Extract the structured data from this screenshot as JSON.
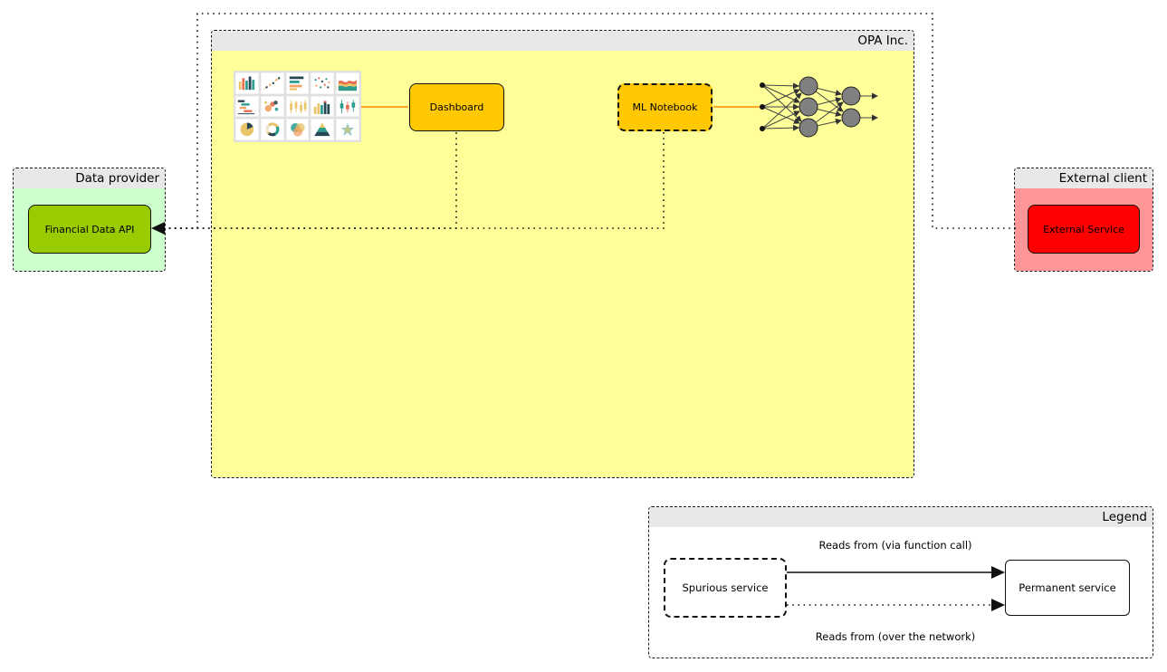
{
  "groups": {
    "data_provider": {
      "title": "Data provider",
      "node_label": "Financial Data API",
      "body_color": "#ccffcc",
      "node_color": "#99cc00"
    },
    "opa": {
      "title": "OPA Inc.",
      "body_color": "#ffff99",
      "dashboard_label": "Dashboard",
      "ml_notebook_label": "ML Notebook",
      "node_color": "#ffc800",
      "chart_grid_icon_types": [
        "bar-chart",
        "trend-scatter-chart",
        "hbar-chart",
        "scatter-chart",
        "area-chart",
        "gantt-chart",
        "bubble-chart",
        "candlestick-chart",
        "grouped-bar-chart",
        "boxplot-chart",
        "pie-chart",
        "donut-chart",
        "venn-chart",
        "pyramid-chart",
        "radar-chart"
      ],
      "neural_network_icon": "neural-network-icon"
    },
    "external_client": {
      "title": "External client",
      "node_label": "External Service",
      "body_color": "#ff9595",
      "node_color": "#ff0000"
    },
    "legend": {
      "title": "Legend",
      "spurious_label": "Spurious service",
      "permanent_label": "Permanent service",
      "solid_edge_label": "Reads from (via function call)",
      "dotted_edge_label": "Reads from (over the network)"
    }
  },
  "colors": {
    "header_gray": "#e8e8e8",
    "connector_orange": "#ff8c00",
    "connector_black": "#111111",
    "neuron_gray": "#808080"
  }
}
